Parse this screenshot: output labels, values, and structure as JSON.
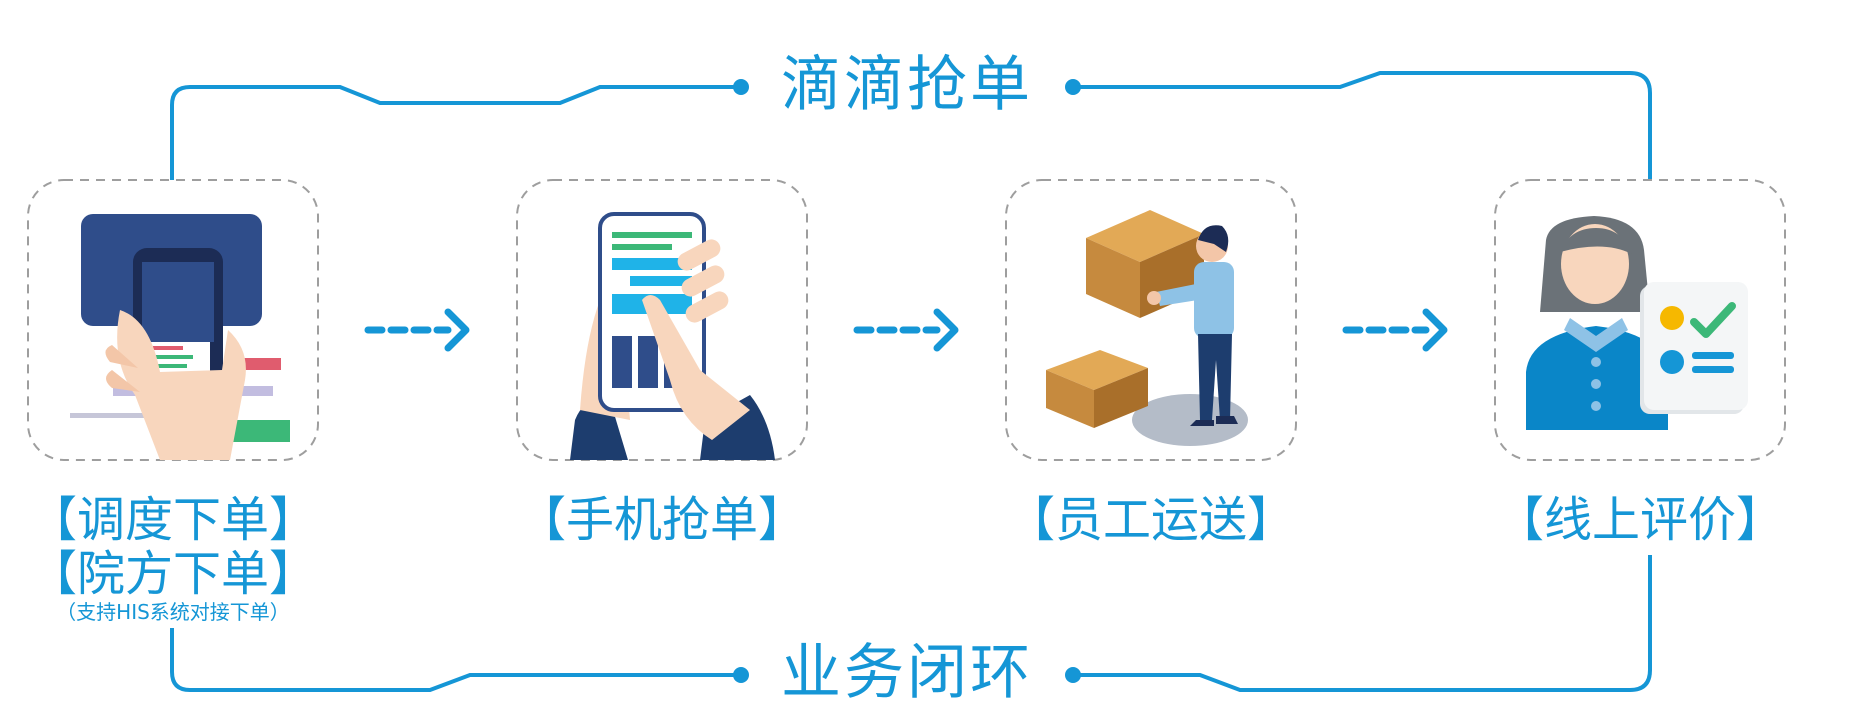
{
  "top_title": "滴滴抢单",
  "bottom_title": "业务闭环",
  "steps": [
    {
      "label": "【调度下单】",
      "label2": "【院方下单】",
      "note": "（支持HIS系统对接下单）"
    },
    {
      "label": "【手机抢单】"
    },
    {
      "label": "【员工运送】"
    },
    {
      "label": "【线上评价】"
    }
  ],
  "colors": {
    "accent": "#1596d6",
    "dashed_border": "#9e9e9e",
    "navy": "#2f4d8a",
    "box": "#c68a3e"
  },
  "icons": [
    "dispatch-phone-icon",
    "phone-grab-icon",
    "delivery-worker-icon",
    "review-person-icon"
  ]
}
